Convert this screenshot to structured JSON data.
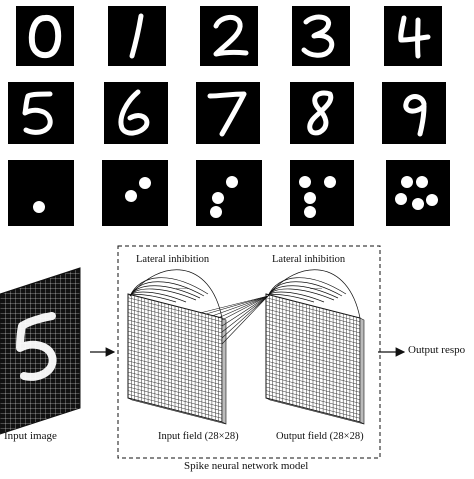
{
  "digits": {
    "mnist_row1": [
      "0",
      "1",
      "2",
      "3",
      "4"
    ],
    "mnist_row2": [
      "5",
      "6",
      "7",
      "8",
      "9"
    ],
    "dot_row": [
      1,
      2,
      3,
      4,
      5
    ]
  },
  "diagram": {
    "input_image_label": "Input image",
    "input_image_digit": "5",
    "lateral_inhibition_1": "Lateral inhibition",
    "lateral_inhibition_2": "Lateral inhibition",
    "input_field_label": "Input field (28×28)",
    "output_field_label": "Output field (28×28)",
    "output_response_label": "Output respo",
    "model_label": "Spike neural network model",
    "dots_1": "......",
    "dots_2": "......"
  }
}
